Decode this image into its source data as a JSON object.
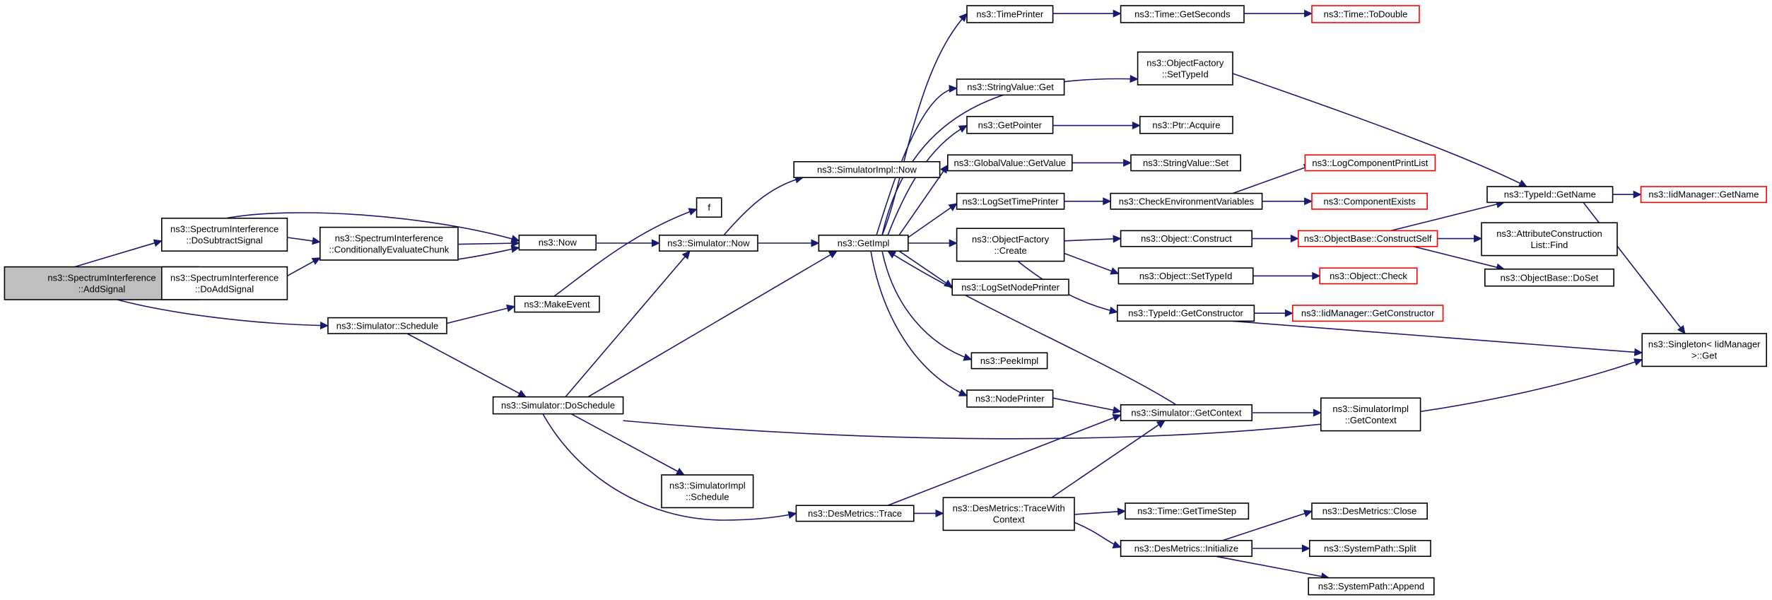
{
  "diagram": {
    "type": "call-graph",
    "colors": {
      "edge": "#191970",
      "root_fill": "#bfbfbf",
      "node_border": "#000000",
      "truncated_border": "#ff0000"
    },
    "nodes": [
      {
        "id": "addsignal",
        "lines": [
          "ns3::SpectrumInterference",
          "::AddSignal"
        ],
        "root": true
      },
      {
        "id": "dosubtract",
        "lines": [
          "ns3::SpectrumInterference",
          "::DoSubtractSignal"
        ]
      },
      {
        "id": "doadd",
        "lines": [
          "ns3::SpectrumInterference",
          "::DoAddSignal"
        ]
      },
      {
        "id": "condeval",
        "lines": [
          "ns3::SpectrumInterference",
          "::ConditionallyEvaluateChunk"
        ]
      },
      {
        "id": "now",
        "lines": [
          "ns3::Now"
        ]
      },
      {
        "id": "schedule",
        "lines": [
          "ns3::Simulator::Schedule"
        ]
      },
      {
        "id": "makeevent",
        "lines": [
          "ns3::MakeEvent"
        ]
      },
      {
        "id": "f",
        "lines": [
          "f"
        ]
      },
      {
        "id": "simnow",
        "lines": [
          "ns3::Simulator::Now"
        ]
      },
      {
        "id": "implnow",
        "lines": [
          "ns3::SimulatorImpl::Now"
        ]
      },
      {
        "id": "doschedule",
        "lines": [
          "ns3::Simulator::DoSchedule"
        ]
      },
      {
        "id": "implschedule",
        "lines": [
          "ns3::SimulatorImpl",
          "::Schedule"
        ]
      },
      {
        "id": "dmtrace",
        "lines": [
          "ns3::DesMetrics::Trace"
        ]
      },
      {
        "id": "getimpl",
        "lines": [
          "ns3::GetImpl"
        ]
      },
      {
        "id": "timeprinter",
        "lines": [
          "ns3::TimePrinter"
        ]
      },
      {
        "id": "strget",
        "lines": [
          "ns3::StringValue::Get"
        ]
      },
      {
        "id": "getpointer",
        "lines": [
          "ns3::GetPointer"
        ]
      },
      {
        "id": "gvget",
        "lines": [
          "ns3::GlobalValue::GetValue"
        ]
      },
      {
        "id": "logsettime",
        "lines": [
          "ns3::LogSetTimePrinter"
        ]
      },
      {
        "id": "ofcreate",
        "lines": [
          "ns3::ObjectFactory",
          "::Create"
        ]
      },
      {
        "id": "logsetnode",
        "lines": [
          "ns3::LogSetNodePrinter"
        ]
      },
      {
        "id": "peekimpl",
        "lines": [
          "ns3::PeekImpl"
        ]
      },
      {
        "id": "nodeprinter",
        "lines": [
          "ns3::NodePrinter"
        ]
      },
      {
        "id": "tracewith",
        "lines": [
          "ns3::DesMetrics::TraceWith",
          "Context"
        ]
      },
      {
        "id": "getseconds",
        "lines": [
          "ns3::Time::GetSeconds"
        ]
      },
      {
        "id": "todouble",
        "lines": [
          "ns3::Time::ToDouble"
        ],
        "truncated": true
      },
      {
        "id": "ofsettypeid",
        "lines": [
          "ns3::ObjectFactory",
          "::SetTypeId"
        ]
      },
      {
        "id": "ptracquire",
        "lines": [
          "ns3::Ptr::Acquire"
        ]
      },
      {
        "id": "strset",
        "lines": [
          "ns3::StringValue::Set"
        ]
      },
      {
        "id": "checkenv",
        "lines": [
          "ns3::CheckEnvironmentVariables"
        ]
      },
      {
        "id": "logcomplist",
        "lines": [
          "ns3::LogComponentPrintList"
        ],
        "truncated": true
      },
      {
        "id": "compexists",
        "lines": [
          "ns3::ComponentExists"
        ],
        "truncated": true
      },
      {
        "id": "objconstruct",
        "lines": [
          "ns3::Object::Construct"
        ]
      },
      {
        "id": "objsettypeid",
        "lines": [
          "ns3::Object::SetTypeId"
        ]
      },
      {
        "id": "tidgetctor",
        "lines": [
          "ns3::TypeId::GetConstructor"
        ]
      },
      {
        "id": "simgetctx",
        "lines": [
          "ns3::Simulator::GetContext"
        ]
      },
      {
        "id": "gettimestep",
        "lines": [
          "ns3::Time::GetTimeStep"
        ]
      },
      {
        "id": "dminit",
        "lines": [
          "ns3::DesMetrics::Initialize"
        ]
      },
      {
        "id": "obconstructself",
        "lines": [
          "ns3::ObjectBase::ConstructSelf"
        ],
        "truncated": true
      },
      {
        "id": "objcheck",
        "lines": [
          "ns3::Object::Check"
        ],
        "truncated": true
      },
      {
        "id": "iidgetctor",
        "lines": [
          "ns3::IidManager::GetConstructor"
        ],
        "truncated": true
      },
      {
        "id": "implgetctx",
        "lines": [
          "ns3::SimulatorImpl",
          "::GetContext"
        ]
      },
      {
        "id": "dmclose",
        "lines": [
          "ns3::DesMetrics::Close"
        ]
      },
      {
        "id": "spsplit",
        "lines": [
          "ns3::SystemPath::Split"
        ]
      },
      {
        "id": "spappend",
        "lines": [
          "ns3::SystemPath::Append"
        ]
      },
      {
        "id": "tidgetname",
        "lines": [
          "ns3::TypeId::GetName"
        ]
      },
      {
        "id": "iidgetname",
        "lines": [
          "ns3::IidManager::GetName"
        ],
        "truncated": true
      },
      {
        "id": "attrfind",
        "lines": [
          "ns3::AttributeConstruction",
          "List::Find"
        ]
      },
      {
        "id": "obdoset",
        "lines": [
          "ns3::ObjectBase::DoSet"
        ]
      },
      {
        "id": "singleton",
        "lines": [
          "ns3::Singleton< IidManager",
          " >::Get"
        ]
      }
    ]
  }
}
